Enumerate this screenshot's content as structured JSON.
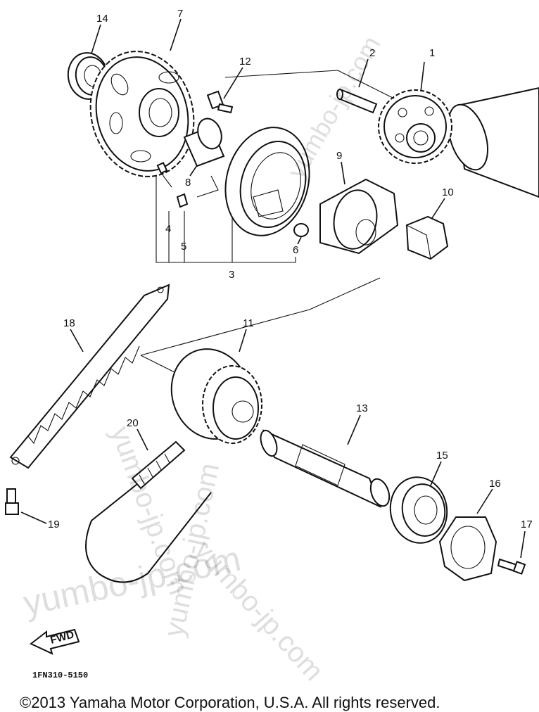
{
  "callouts": {
    "p1": "1",
    "p2": "2",
    "p3": "3",
    "p4": "4",
    "p5": "5",
    "p6": "6",
    "p7": "7",
    "p8": "8",
    "p9": "9",
    "p10": "10",
    "p11": "11",
    "p12": "12",
    "p13": "13",
    "p14": "14",
    "p15": "15",
    "p16": "16",
    "p17": "17",
    "p18": "18",
    "p19": "19",
    "p20": "20"
  },
  "fwd_label": "FWD",
  "diagram_code": "1FN310-5150",
  "copyright": "©2013 Yamaha Motor Corporation, U.S.A. All rights reserved.",
  "watermark": "yumbo-jp.com",
  "colors": {
    "ink": "#111111",
    "background": "#ffffff",
    "watermark": "#bbbbbb"
  }
}
